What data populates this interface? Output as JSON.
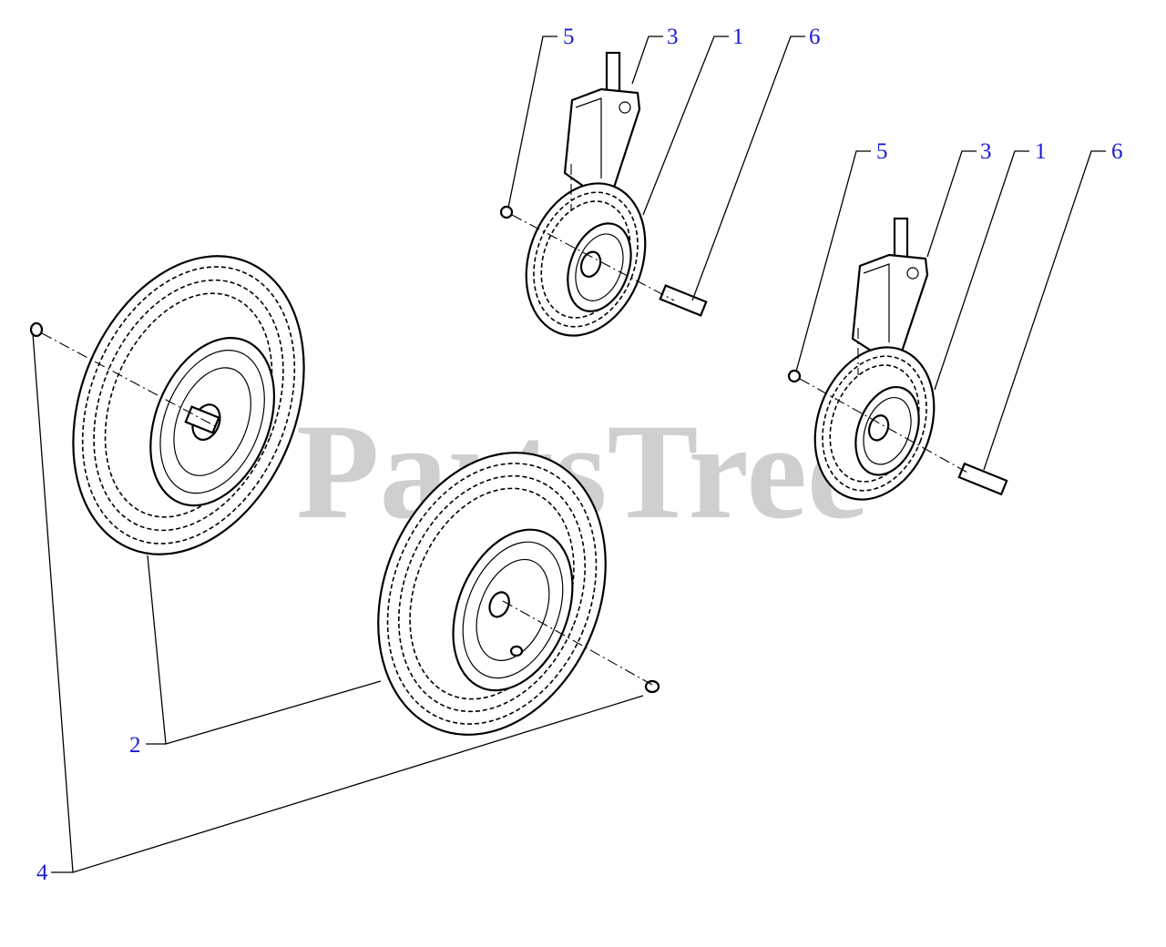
{
  "watermark": "PartsTree",
  "callouts": {
    "c5a": "5",
    "c3a": "3",
    "c1a": "1",
    "c6a": "6",
    "c5b": "5",
    "c3b": "3",
    "c1b": "1",
    "c6b": "6",
    "c2": "2",
    "c4": "4"
  }
}
